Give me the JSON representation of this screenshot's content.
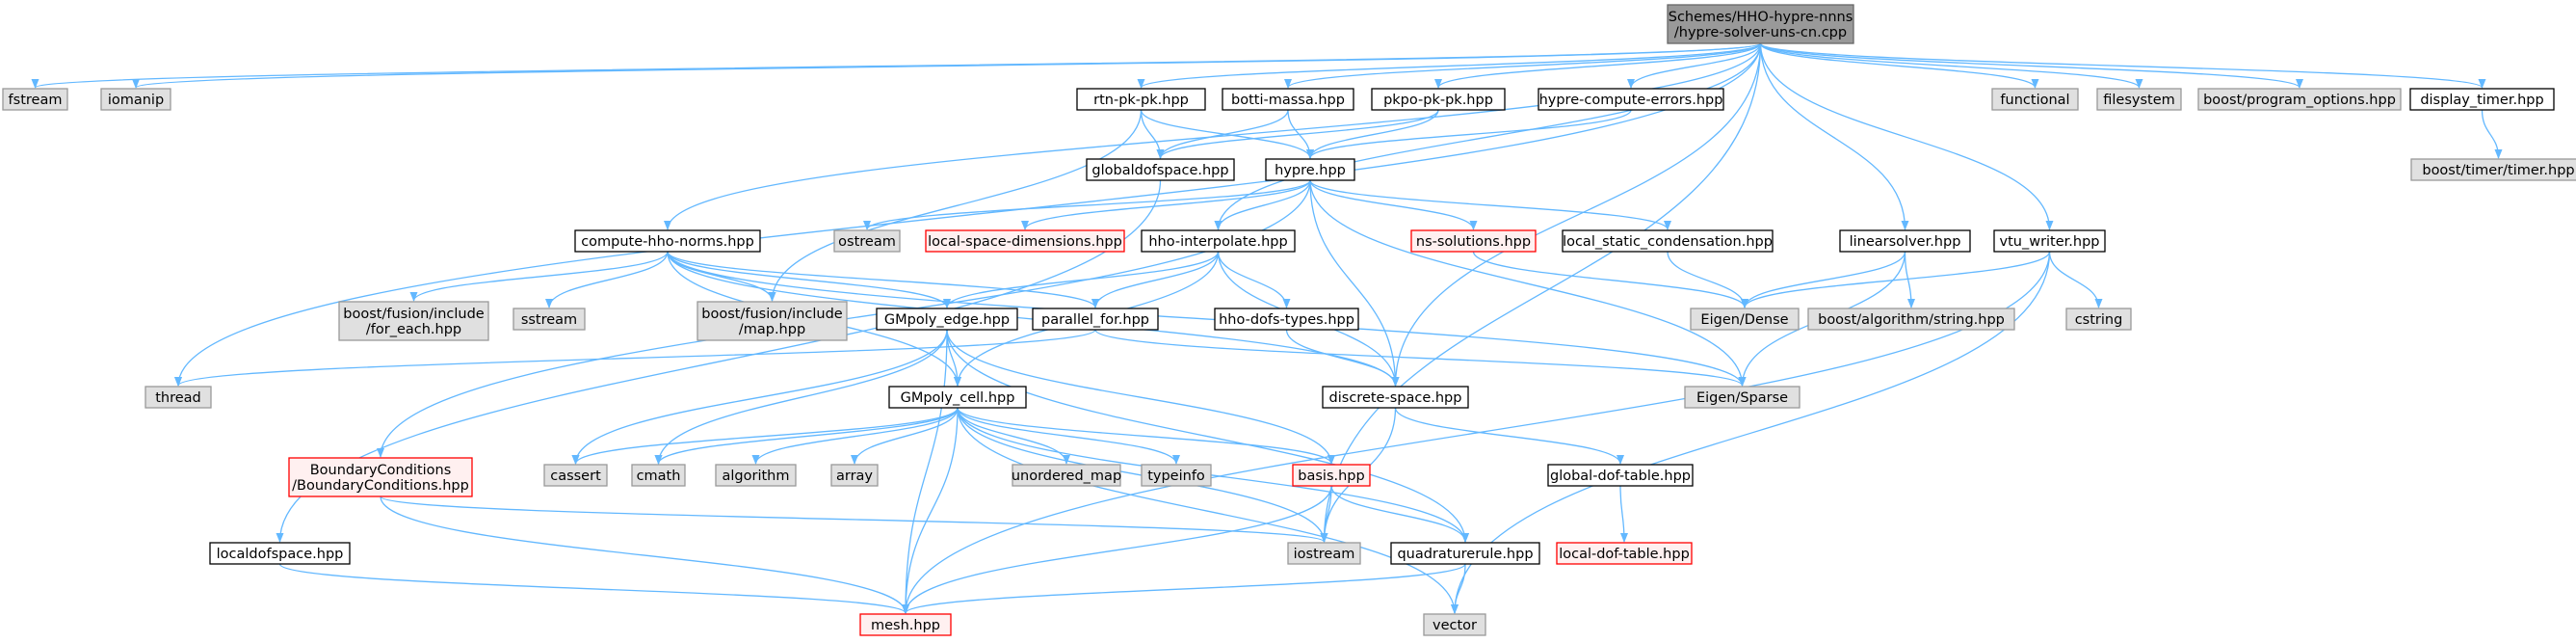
{
  "diagram": {
    "type": "include-dependency-graph",
    "colors": {
      "edge": "#63b8ff",
      "root_fill": "#999999",
      "root_stroke": "#666666",
      "std_fill": "#e0e0e0",
      "std_stroke": "#999999",
      "local_fill": "#ffffff",
      "local_stroke": "#000000",
      "missing_fill": "#fff0f0",
      "missing_stroke": "#ff0000"
    },
    "nodes": [
      {
        "id": "root",
        "label": "Schemes/HHO-hypre-nnns\n/hypre-solver-uns-cn.cpp",
        "kind": "root"
      },
      {
        "id": "fstream",
        "label": "fstream",
        "kind": "std"
      },
      {
        "id": "iomanip",
        "label": "iomanip",
        "kind": "std"
      },
      {
        "id": "rtn",
        "label": "rtn-pk-pk.hpp",
        "kind": "local"
      },
      {
        "id": "botti",
        "label": "botti-massa.hpp",
        "kind": "local"
      },
      {
        "id": "pkpo",
        "label": "pkpo-pk-pk.hpp",
        "kind": "local"
      },
      {
        "id": "hce",
        "label": "hypre-compute-errors.hpp",
        "kind": "local"
      },
      {
        "id": "functional",
        "label": "functional",
        "kind": "std"
      },
      {
        "id": "filesystem",
        "label": "filesystem",
        "kind": "std"
      },
      {
        "id": "bpo",
        "label": "boost/program_options.hpp",
        "kind": "std"
      },
      {
        "id": "dtimer",
        "label": "display_timer.hpp",
        "kind": "local"
      },
      {
        "id": "btimer",
        "label": "boost/timer/timer.hpp",
        "kind": "std"
      },
      {
        "id": "globaldof",
        "label": "globaldofspace.hpp",
        "kind": "local"
      },
      {
        "id": "hypre",
        "label": "hypre.hpp",
        "kind": "local"
      },
      {
        "id": "compute",
        "label": "compute-hho-norms.hpp",
        "kind": "local"
      },
      {
        "id": "ostream",
        "label": "ostream",
        "kind": "std"
      },
      {
        "id": "lsd",
        "label": "local-space-dimensions.hpp",
        "kind": "missing"
      },
      {
        "id": "hhoint",
        "label": "hho-interpolate.hpp",
        "kind": "local"
      },
      {
        "id": "nssol",
        "label": "ns-solutions.hpp",
        "kind": "missing"
      },
      {
        "id": "lsc",
        "label": "local_static_condensation.hpp",
        "kind": "local"
      },
      {
        "id": "linsolver",
        "label": "linearsolver.hpp",
        "kind": "local"
      },
      {
        "id": "vtu",
        "label": "vtu_writer.hpp",
        "kind": "local"
      },
      {
        "id": "foreach",
        "label": "boost/fusion/include\n/for_each.hpp",
        "kind": "std"
      },
      {
        "id": "sstream",
        "label": "sstream",
        "kind": "std"
      },
      {
        "id": "map",
        "label": "boost/fusion/include\n/map.hpp",
        "kind": "std"
      },
      {
        "id": "gmedge",
        "label": "GMpoly_edge.hpp",
        "kind": "local"
      },
      {
        "id": "parfor",
        "label": "parallel_for.hpp",
        "kind": "local"
      },
      {
        "id": "hhodofs",
        "label": "hho-dofs-types.hpp",
        "kind": "local"
      },
      {
        "id": "eigdense",
        "label": "Eigen/Dense",
        "kind": "std"
      },
      {
        "id": "bstring",
        "label": "boost/algorithm/string.hpp",
        "kind": "std"
      },
      {
        "id": "cstring",
        "label": "cstring",
        "kind": "std"
      },
      {
        "id": "thread",
        "label": "thread",
        "kind": "std"
      },
      {
        "id": "discrete",
        "label": "discrete-space.hpp",
        "kind": "local"
      },
      {
        "id": "eigsparse",
        "label": "Eigen/Sparse",
        "kind": "std"
      },
      {
        "id": "gmcell",
        "label": "GMpoly_cell.hpp",
        "kind": "local"
      },
      {
        "id": "bc",
        "label": "BoundaryConditions\n/BoundaryConditions.hpp",
        "kind": "missing"
      },
      {
        "id": "cassert",
        "label": "cassert",
        "kind": "std"
      },
      {
        "id": "cmath",
        "label": "cmath",
        "kind": "std"
      },
      {
        "id": "algorithm",
        "label": "algorithm",
        "kind": "std"
      },
      {
        "id": "array",
        "label": "array",
        "kind": "std"
      },
      {
        "id": "umap",
        "label": "unordered_map",
        "kind": "std"
      },
      {
        "id": "typeinfo",
        "label": "typeinfo",
        "kind": "std"
      },
      {
        "id": "basis",
        "label": "basis.hpp",
        "kind": "missing"
      },
      {
        "id": "gdt",
        "label": "global-dof-table.hpp",
        "kind": "local"
      },
      {
        "id": "localdof",
        "label": "localdofspace.hpp",
        "kind": "local"
      },
      {
        "id": "iostream",
        "label": "iostream",
        "kind": "std"
      },
      {
        "id": "quad",
        "label": "quadraturerule.hpp",
        "kind": "local"
      },
      {
        "id": "ldt",
        "label": "local-dof-table.hpp",
        "kind": "missing"
      },
      {
        "id": "mesh",
        "label": "mesh.hpp",
        "kind": "missing"
      },
      {
        "id": "vector",
        "label": "vector",
        "kind": "std"
      }
    ],
    "edges": [
      [
        "root",
        "fstream"
      ],
      [
        "root",
        "iomanip"
      ],
      [
        "root",
        "rtn"
      ],
      [
        "root",
        "botti"
      ],
      [
        "root",
        "pkpo"
      ],
      [
        "root",
        "hce"
      ],
      [
        "root",
        "functional"
      ],
      [
        "root",
        "filesystem"
      ],
      [
        "root",
        "bpo"
      ],
      [
        "root",
        "dtimer"
      ],
      [
        "root",
        "thread"
      ],
      [
        "root",
        "compute"
      ],
      [
        "root",
        "hhoint"
      ],
      [
        "root",
        "discrete"
      ],
      [
        "root",
        "linsolver"
      ],
      [
        "root",
        "vtu"
      ],
      [
        "root",
        "iostream"
      ],
      [
        "dtimer",
        "btimer"
      ],
      [
        "rtn",
        "globaldof"
      ],
      [
        "rtn",
        "hypre"
      ],
      [
        "rtn",
        "map"
      ],
      [
        "botti",
        "globaldof"
      ],
      [
        "botti",
        "hypre"
      ],
      [
        "pkpo",
        "globaldof"
      ],
      [
        "pkpo",
        "hypre"
      ],
      [
        "hce",
        "hypre"
      ],
      [
        "globaldof",
        "localdof"
      ],
      [
        "hypre",
        "ostream"
      ],
      [
        "hypre",
        "lsd"
      ],
      [
        "hypre",
        "hhoint"
      ],
      [
        "hypre",
        "nssol"
      ],
      [
        "hypre",
        "lsc"
      ],
      [
        "hypre",
        "discrete"
      ],
      [
        "hypre",
        "eigsparse"
      ],
      [
        "hypre",
        "bc"
      ],
      [
        "compute",
        "foreach"
      ],
      [
        "compute",
        "sstream"
      ],
      [
        "compute",
        "map"
      ],
      [
        "compute",
        "gmedge"
      ],
      [
        "compute",
        "gmcell"
      ],
      [
        "compute",
        "discrete"
      ],
      [
        "compute",
        "eigsparse"
      ],
      [
        "compute",
        "parfor"
      ],
      [
        "hhoint",
        "gmedge"
      ],
      [
        "hhoint",
        "parfor"
      ],
      [
        "hhoint",
        "hhodofs"
      ],
      [
        "hhoint",
        "gmcell"
      ],
      [
        "hhoint",
        "discrete"
      ],
      [
        "nssol",
        "eigdense"
      ],
      [
        "lsc",
        "eigdense"
      ],
      [
        "linsolver",
        "eigdense"
      ],
      [
        "linsolver",
        "bstring"
      ],
      [
        "linsolver",
        "eigsparse"
      ],
      [
        "vtu",
        "eigdense"
      ],
      [
        "vtu",
        "cstring"
      ],
      [
        "vtu",
        "mesh"
      ],
      [
        "vtu",
        "vector"
      ],
      [
        "gmedge",
        "gmcell"
      ],
      [
        "gmedge",
        "cassert"
      ],
      [
        "gmedge",
        "cmath"
      ],
      [
        "gmedge",
        "basis"
      ],
      [
        "gmedge",
        "quad"
      ],
      [
        "gmedge",
        "mesh"
      ],
      [
        "parfor",
        "thread"
      ],
      [
        "parfor",
        "eigsparse"
      ],
      [
        "hhodofs",
        "discrete"
      ],
      [
        "gmcell",
        "cassert"
      ],
      [
        "gmcell",
        "cmath"
      ],
      [
        "gmcell",
        "algorithm"
      ],
      [
        "gmcell",
        "array"
      ],
      [
        "gmcell",
        "umap"
      ],
      [
        "gmcell",
        "typeinfo"
      ],
      [
        "gmcell",
        "basis"
      ],
      [
        "gmcell",
        "quad"
      ],
      [
        "gmcell",
        "iostream"
      ],
      [
        "gmcell",
        "mesh"
      ],
      [
        "gmcell",
        "vector"
      ],
      [
        "discrete",
        "gdt"
      ],
      [
        "discrete",
        "iostream"
      ],
      [
        "gdt",
        "ldt"
      ],
      [
        "basis",
        "iostream"
      ],
      [
        "basis",
        "quad"
      ],
      [
        "basis",
        "mesh"
      ],
      [
        "quad",
        "mesh"
      ],
      [
        "quad",
        "vector"
      ],
      [
        "localdof",
        "mesh"
      ],
      [
        "bc",
        "iostream"
      ],
      [
        "bc",
        "mesh"
      ]
    ]
  }
}
